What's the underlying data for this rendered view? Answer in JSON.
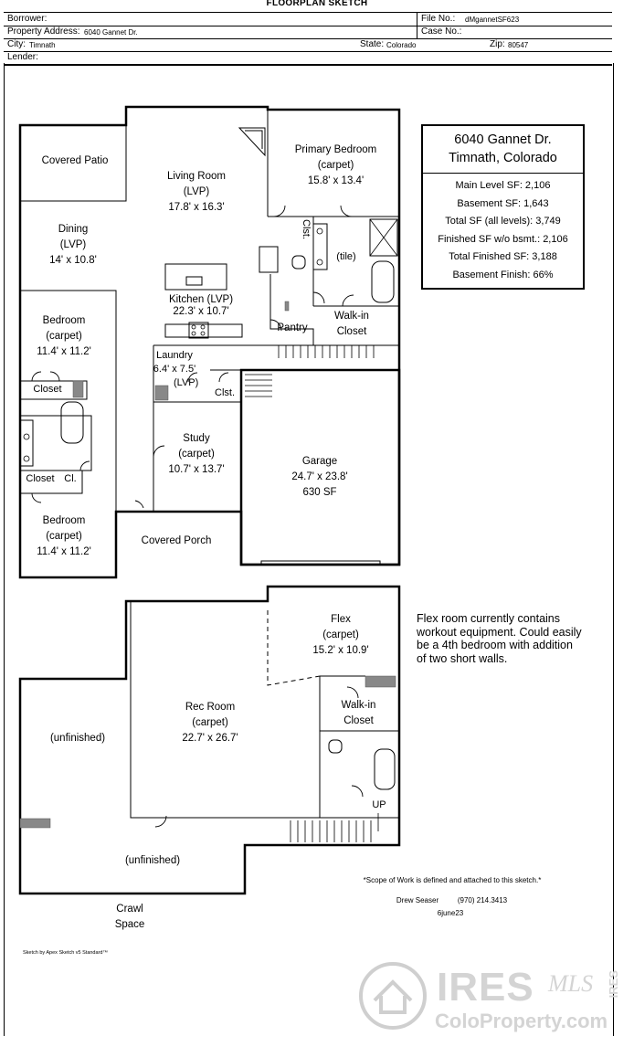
{
  "header": {
    "title": "FLOORPLAN SKETCH",
    "borrower_label": "Borrower:",
    "file_no_label": "File No.:",
    "file_no": "dMgannetSF623",
    "property_label": "Property Address:",
    "property_address": "6040 Gannet Dr.",
    "case_no_label": "Case No.:",
    "city_label": "City:",
    "city": "Timnath",
    "state_label": "State:",
    "state": "Colorado",
    "zip_label": "Zip:",
    "zip": "80547",
    "lender_label": "Lender:"
  },
  "rooms": {
    "covered_patio": "Covered Patio",
    "living_room": [
      "Living Room",
      "(LVP)",
      "17.8' x 16.3'"
    ],
    "primary_bedroom": [
      "Primary Bedroom",
      "(carpet)",
      "15.8' x 13.4'"
    ],
    "dining": [
      "Dining",
      "(LVP)",
      "14' x 10.8'"
    ],
    "closet_primary": "Clst.",
    "tile": "(tile)",
    "kitchen": [
      "Kitchen  (LVP)",
      "22.3' x 10.7'"
    ],
    "bedroom_upper": [
      "Bedroom",
      "(carpet)",
      "11.4' x 11.2'"
    ],
    "pantry": "Pantry",
    "walkin_closet_main": [
      "Walk-in",
      "Closet"
    ],
    "laundry": [
      "Laundry",
      "6.4' x 7.5'",
      "(LVP)"
    ],
    "closet_bedroom": "Closet",
    "closet_laundry": "Clst.",
    "study": [
      "Study",
      "(carpet)",
      "10.7' x 13.7'"
    ],
    "garage": [
      "Garage",
      "24.7' x 23.8'",
      "630 SF"
    ],
    "closet_lower": "Closet",
    "closet_cl": "Cl.",
    "bedroom_lower": [
      "Bedroom",
      "(carpet)",
      "11.4' x 11.2'"
    ],
    "covered_porch": "Covered Porch",
    "flex": [
      "Flex",
      "(carpet)",
      "15.2' x 10.9'"
    ],
    "rec_room": [
      "Rec Room",
      "(carpet)",
      "22.7' x 26.7'"
    ],
    "walkin_closet_bsmt": [
      "Walk-in",
      "Closet"
    ],
    "unfinished_left": "(unfinished)",
    "unfinished_bottom": "(unfinished)",
    "up": "UP",
    "crawl_space": [
      "Crawl",
      "Space"
    ]
  },
  "summary": {
    "address_line1": "6040 Gannet Dr.",
    "address_line2": "Timnath, Colorado",
    "stats": [
      "Main Level SF: 2,106",
      "Basement SF: 1,643",
      "Total SF (all levels): 3,749",
      "Finished SF w/o bsmt.: 2,106",
      "Total Finished SF: 3,188",
      "Basement Finish: 66%"
    ]
  },
  "flex_note": [
    "Flex room currently contains",
    "workout equipment. Could easily",
    "be a 4th bedroom with addition",
    "of two short walls."
  ],
  "footer": {
    "scope": "*Scope of Work is defined and attached to this sketch.*",
    "appraiser": "Drew Seaser",
    "phone": "(970) 214.3413",
    "date": "6june23",
    "software": "Sketch by Apex Sketch v5 Standard™"
  },
  "watermark": {
    "brand": "IRES",
    "mls": "MLS",
    "site": "ColoProperty.com",
    "side": "IRES"
  }
}
